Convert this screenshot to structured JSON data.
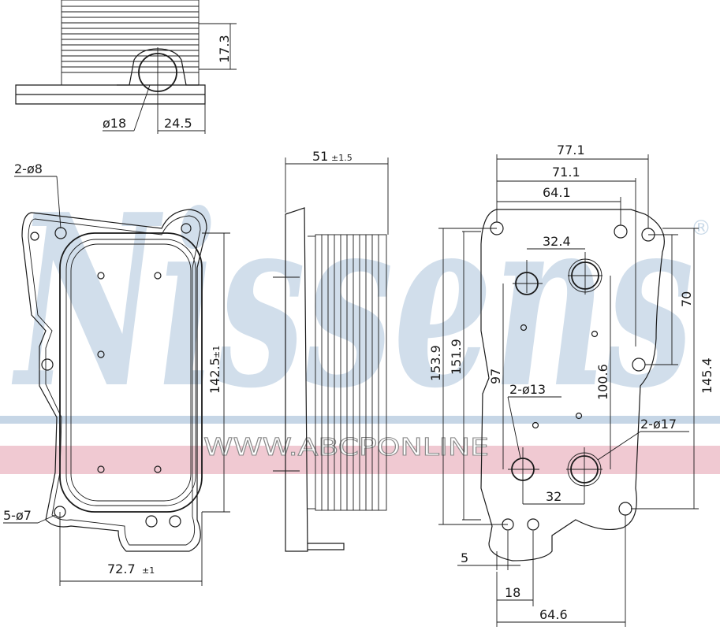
{
  "brand": {
    "watermark_text": "Nissens",
    "registered_mark": "®",
    "website": "WWW.ABCPONLINE",
    "colors": {
      "watermark_blue": "#c9d9e8",
      "band_blue": "#c6d6e6",
      "band_pink": "#f0c9d2",
      "line": "#1a1a1a"
    }
  },
  "top_view": {
    "height": "17.3",
    "port_diameter": "ø18",
    "port_offset": "24.5"
  },
  "front_view": {
    "holes_large": "2-ø8",
    "holes_small": "5-ø7",
    "height": "142.5",
    "height_tol": "±1",
    "width": "72.7",
    "width_tol": "±1"
  },
  "side_view": {
    "depth": "51",
    "depth_tol": "±1.5"
  },
  "rear_view": {
    "w_77_1": "77.1",
    "w_71_1": "71.1",
    "w_64_1": "64.1",
    "port_spacing_top": "32.4",
    "port_spacing_bottom": "32",
    "h_153_9": "153.9",
    "h_151_9": "151.9",
    "h_97": "97",
    "h_100_6": "100.6",
    "h_70": "70",
    "h_145_4": "145.4",
    "ports_small": "2-ø13",
    "ports_large": "2-ø17",
    "offset_5": "5",
    "offset_18": "18",
    "w_64_6": "64.6"
  }
}
